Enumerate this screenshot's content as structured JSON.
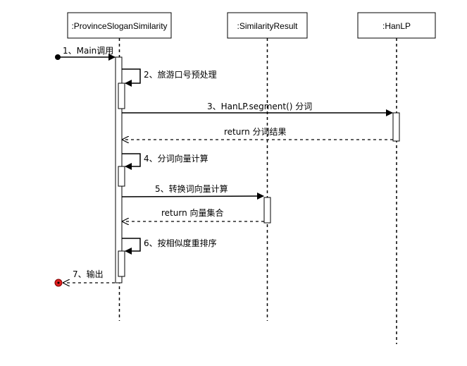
{
  "participants": [
    {
      "id": "p1",
      "label": ":ProvinceSloganSimilarity"
    },
    {
      "id": "p2",
      "label": ":SimilarityResult"
    },
    {
      "id": "p3",
      "label": ":HanLP"
    }
  ],
  "messages": [
    {
      "id": "m1",
      "label": "1、Main调用",
      "kind": "found"
    },
    {
      "id": "m2",
      "label": "2、旅游口号预处理",
      "kind": "self"
    },
    {
      "id": "m3",
      "label": "3、HanLP.segment() 分词",
      "kind": "call"
    },
    {
      "id": "m4",
      "label": "return 分词结果",
      "kind": "return"
    },
    {
      "id": "m5",
      "label": "4、分词向量计算",
      "kind": "self"
    },
    {
      "id": "m6",
      "label": "5、转换词向量计算",
      "kind": "call"
    },
    {
      "id": "m7",
      "label": "return 向量集合",
      "kind": "return"
    },
    {
      "id": "m8",
      "label": "6、按相似度重排序",
      "kind": "self"
    },
    {
      "id": "m9",
      "label": "7、输出",
      "kind": "lost"
    }
  ],
  "colors": {
    "line": "#000000",
    "lost_endpoint": "#e02020"
  }
}
